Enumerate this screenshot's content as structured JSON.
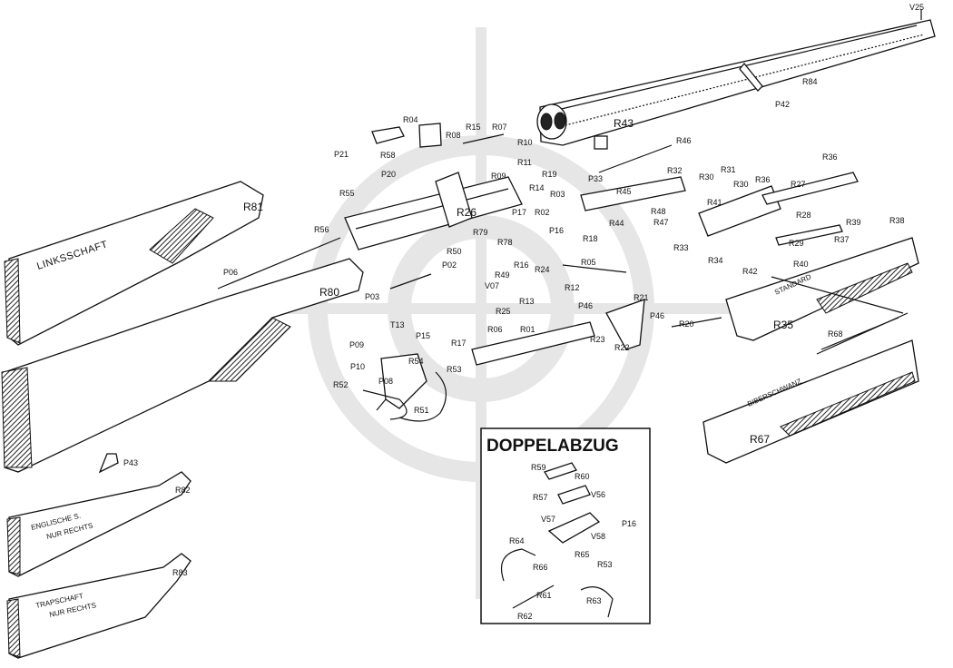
{
  "inset": {
    "title": "DOPPELABZUG"
  },
  "stocks": {
    "linksschaft": "LINKSSCHAFT",
    "englische": "ENGLISCHE S.",
    "englische_sub": "NUR RECHTS",
    "trapschaft": "TRAPSCHAFT",
    "trapschaft_sub": "NUR RECHTS",
    "standard": "STANDARD",
    "biberschwanz": "BIBERSCHWANZ"
  },
  "labels": {
    "V25": "V25",
    "R84": "R84",
    "P42": "P42",
    "R43": "R43",
    "R04": "R04",
    "R15": "R15",
    "R07": "R07",
    "R08": "R08",
    "R10": "R10",
    "R11": "R11",
    "R46": "R46",
    "P21": "P21",
    "R58": "R58",
    "P20": "P20",
    "R55": "R55",
    "R09": "R09",
    "R19": "R19",
    "R14": "R14",
    "P33": "P33",
    "R32": "R32",
    "R30a": "R30",
    "R31": "R31",
    "R30b": "R30",
    "R36a": "R36",
    "R36b": "R36",
    "R41": "R41",
    "R27": "R27",
    "R45": "R45",
    "R03": "R03",
    "R26": "R26",
    "R02": "R02",
    "P17": "P17",
    "R48": "R48",
    "R47": "R47",
    "R44": "R44",
    "R28": "R28",
    "R39": "R39",
    "R38": "R38",
    "R81": "R81",
    "R56": "R56",
    "R79": "R79",
    "R78": "R78",
    "P16a": "P16",
    "R18": "R18",
    "R29": "R29",
    "R37": "R37",
    "R33": "R33",
    "R34": "R34",
    "R42": "R42",
    "R40": "R40",
    "R50": "R50",
    "P02": "P02",
    "R16": "R16",
    "R24": "R24",
    "R05": "R05",
    "P06": "P06",
    "R49": "R49",
    "V07": "V07",
    "R80": "R80",
    "P03": "P03",
    "R12": "R12",
    "R13": "R13",
    "R21": "R21",
    "P46a": "P46",
    "R25": "R25",
    "P46b": "P46",
    "R35": "R35",
    "T13": "T13",
    "P15": "P15",
    "R06": "R06",
    "R01": "R01",
    "R23": "R23",
    "R20": "R20",
    "R68": "R68",
    "P09": "P09",
    "R17": "R17",
    "R22": "R22",
    "R54": "R54",
    "R53a": "R53",
    "P10": "P10",
    "P08": "P08",
    "R52": "R52",
    "R51": "R51",
    "R67": "R67",
    "P43": "P43",
    "R82": "R82",
    "R83": "R83",
    "R59": "R59",
    "R60": "R60",
    "R57": "R57",
    "V56": "V56",
    "V57": "V57",
    "P16b": "P16",
    "V58": "V58",
    "R64": "R64",
    "R65": "R65",
    "R66": "R66",
    "R53b": "R53",
    "R61": "R61",
    "R63": "R63",
    "R62": "R62"
  }
}
